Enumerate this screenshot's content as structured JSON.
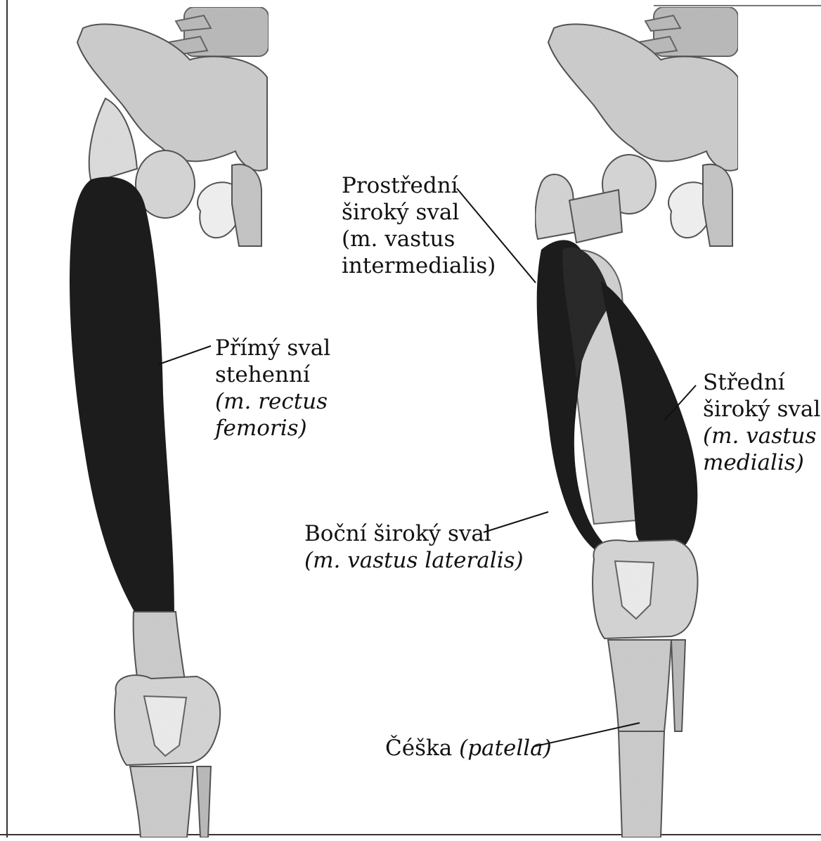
{
  "colors": {
    "muscle": "#1c1c1c",
    "bone": "#d6d6d6",
    "bone_dark": "#9a9a9a",
    "frame": "#333333"
  },
  "labels": {
    "rectus": {
      "line1": "Přímý sval",
      "line2": "stehenní",
      "line3": "(m. rectus",
      "line4": "femoris)"
    },
    "intermedialis": {
      "line1": "Prostřední",
      "line2": "široký sval",
      "line3": "(m. vastus",
      "line4": "intermedialis)"
    },
    "medialis": {
      "line1": "Střední",
      "line2": "široký sval",
      "line3": "(m. vastus",
      "line4": "medialis)"
    },
    "lateralis": {
      "line1": "Boční široký sval",
      "line2": "(m. vastus lateralis)"
    },
    "patella": {
      "name": "Čéška",
      "latin": "(patella)"
    }
  }
}
